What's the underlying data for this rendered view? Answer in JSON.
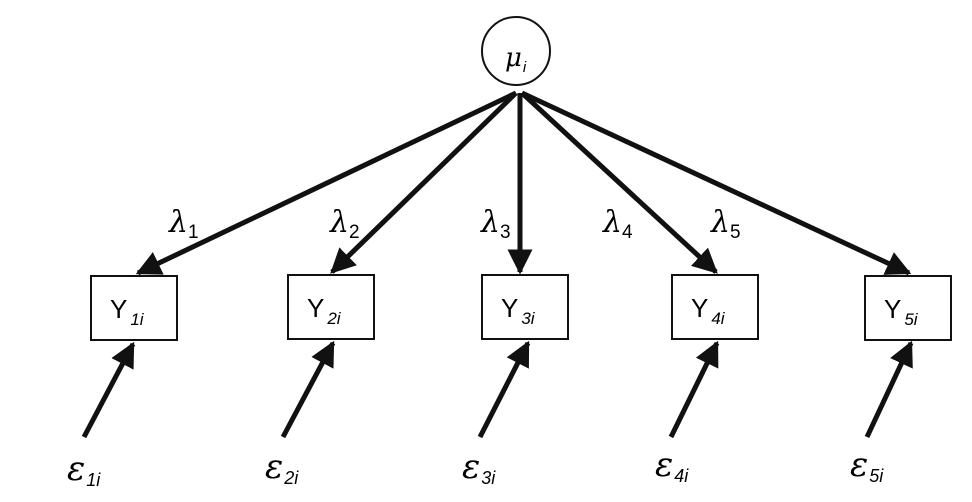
{
  "latent": {
    "symbol": "μ",
    "subscript": "i"
  },
  "loadings": [
    {
      "symbol": "λ",
      "subscript": "1"
    },
    {
      "symbol": "λ",
      "subscript": "2"
    },
    {
      "symbol": "λ",
      "subscript": "3"
    },
    {
      "symbol": "λ",
      "subscript": "4"
    },
    {
      "symbol": "λ",
      "subscript": "5"
    }
  ],
  "indicators": [
    {
      "symbol": "Y",
      "subscript": "1i"
    },
    {
      "symbol": "Y",
      "subscript": "2i"
    },
    {
      "symbol": "Y",
      "subscript": "3i"
    },
    {
      "symbol": "Y",
      "subscript": "4i"
    },
    {
      "symbol": "Y",
      "subscript": "5i"
    }
  ],
  "errors": [
    {
      "symbol": "ε",
      "subscript": "1i"
    },
    {
      "symbol": "ε",
      "subscript": "2i"
    },
    {
      "symbol": "ε",
      "subscript": "3i"
    },
    {
      "symbol": "ε",
      "subscript": "4i"
    },
    {
      "symbol": "ε",
      "subscript": "5i"
    }
  ]
}
